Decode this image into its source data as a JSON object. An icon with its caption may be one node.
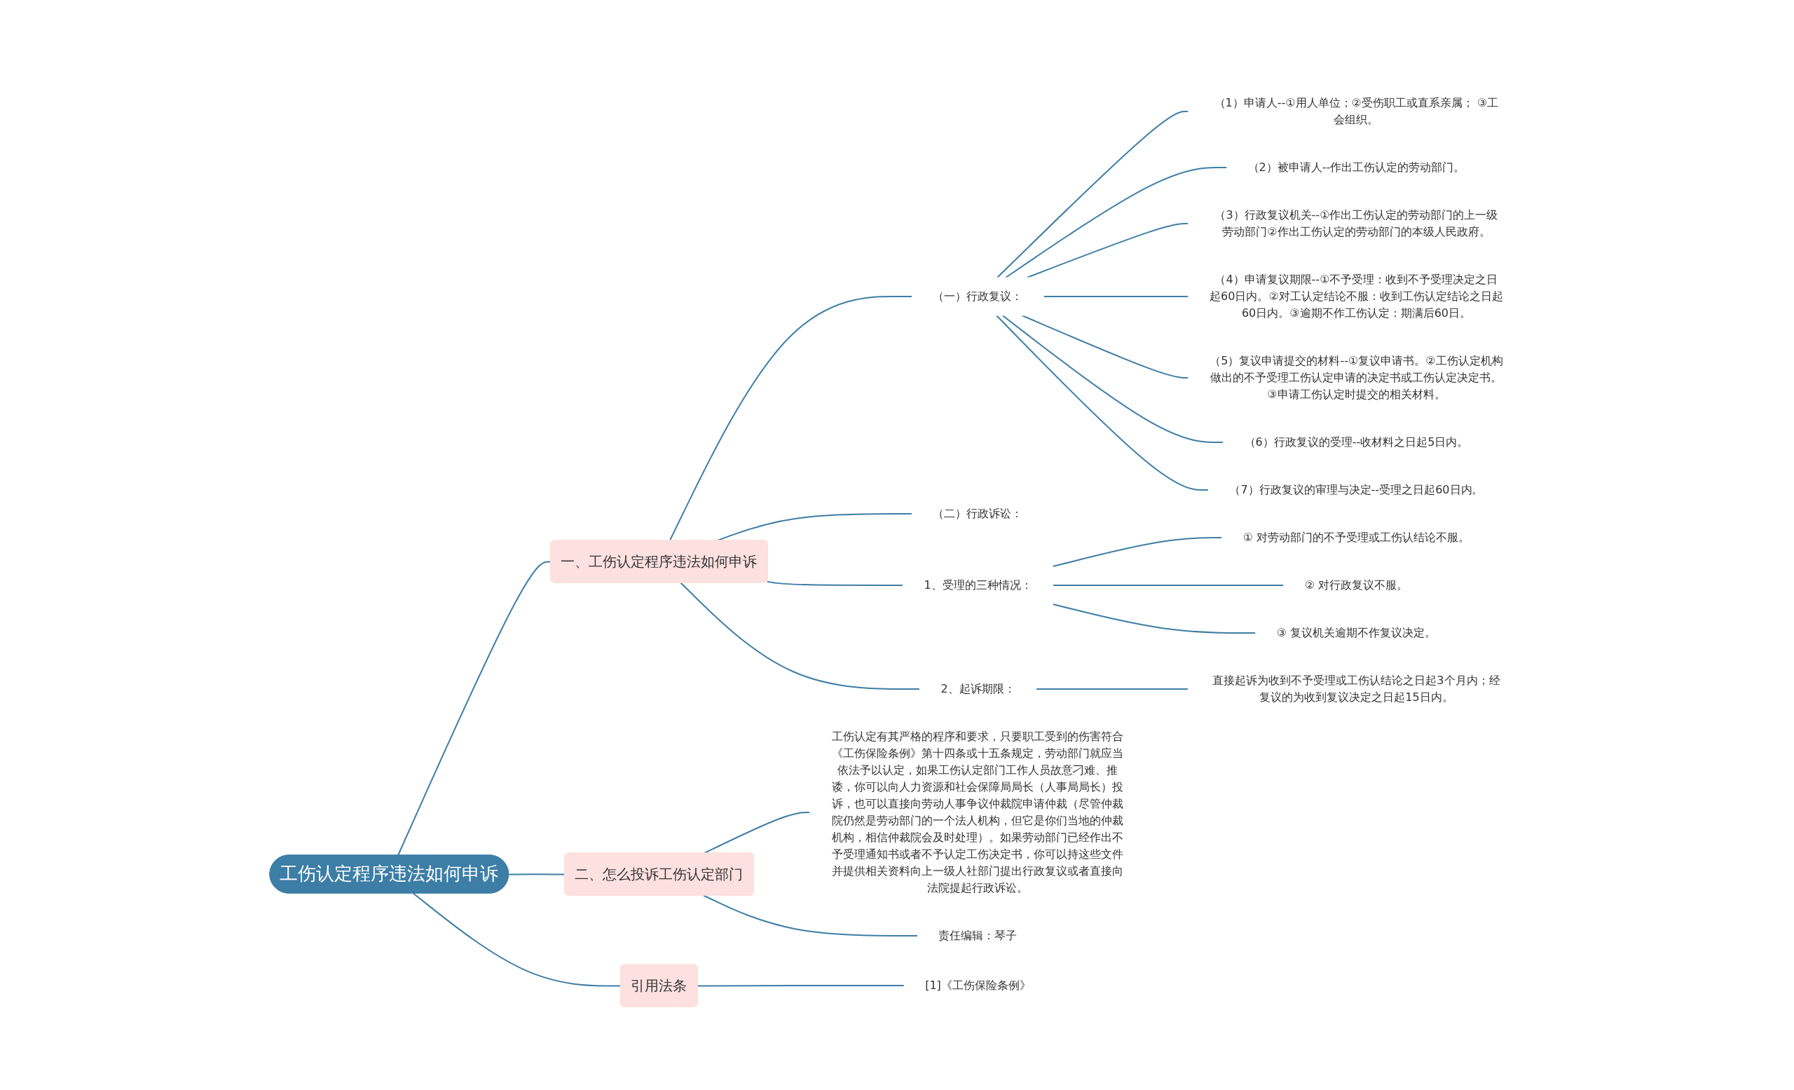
{
  "diagram": {
    "nodes": [
      {
        "text": [
          "工伤认定程序违法如何申诉"
        ]
      },
      {
        "text": [
          "一、工伤认定程序违法如何申诉"
        ]
      },
      {
        "text": [
          "（一）行政复议："
        ]
      },
      {
        "text": [
          "（1）申请人--①用人单位；②受伤职工或直系亲属； ③工会组织。"
        ]
      },
      {
        "text": [
          "（2）被申请人--作出工伤认定的劳动部门。"
        ]
      },
      {
        "text": [
          "（3）行政复议机关--①作出工伤认定的劳动部门的上一级劳动部门②作出工伤认定的劳动部门的本级人民政府。"
        ]
      },
      {
        "text": [
          "（4）申请复议期限--①不予受理：收到不予受理决定之日起60日内。②对工认定结论不服：收到工伤认定结论之日起60日内。③逾期不作工伤认定：期满后60日。"
        ]
      },
      {
        "text": [
          "（5）复议申请提交的材料--①复议申请书。②工伤认定机构做出的不予受理工伤认定申请的决定书或工伤认定决定书。③申请工伤认定时提交的相关材料。"
        ]
      },
      {
        "text": [
          "（6）行政复议的受理--收材料之日起5日内。"
        ]
      },
      {
        "text": [
          "（7）行政复议的审理与决定--受理之日起60日内。"
        ]
      },
      {
        "text": [
          "（二）行政诉讼："
        ]
      },
      {
        "text": [
          "1、受理的三种情况："
        ]
      },
      {
        "text": [
          "① 对劳动部门的不予受理或工伤认结论不服。"
        ]
      },
      {
        "text": [
          "② 对行政复议不服。"
        ]
      },
      {
        "text": [
          "③ 复议机关逾期不作复议决定。"
        ]
      },
      {
        "text": [
          "2、起诉期限："
        ]
      },
      {
        "text": [
          "直接起诉为收到不予受理或工伤认结论之日起3个月内；经复议的为收到复议决定之日起15日内。"
        ]
      },
      {
        "text": [
          "二、怎么投诉工伤认定部门"
        ]
      },
      {
        "text": [
          "工伤认定有其严格的程序和要求，只要职工受到的伤害符合《工伤保险条例》第十四条或十五条规定，劳动部门就应当依法予以认定，如果工伤认定部门工作人员故意刁难、推诿，你可以向人力资源和社会保障局局长（人事局局长）投诉，也可以直接向劳动人事争议仲裁院申请仲裁（尽管仲裁院仍然是劳动部门的一个法人机构，但它是你们当地的仲裁机构，相信仲裁院会及时处理）。如果劳动部门已经作出不予受理通知书或者不予认定工伤决定书，你可以持这些文件并提供相关资料向上一级人社部门提出行政复议或者直接向法院提起行政诉讼。"
        ]
      },
      {
        "text": [
          "责任编辑：琴子"
        ]
      },
      {
        "text": [
          "引用法条"
        ]
      },
      {
        "text": [
          "[1]《工伤保险条例》"
        ]
      }
    ],
    "edges": [
      {
        "from": 0,
        "to": 1,
        "arrow": "none"
      },
      {
        "from": 1,
        "to": 2,
        "arrow": "none"
      },
      {
        "from": 2,
        "to": 3,
        "arrow": "none"
      },
      {
        "from": 2,
        "to": 4,
        "arrow": "none"
      },
      {
        "from": 2,
        "to": 5,
        "arrow": "none"
      },
      {
        "from": 2,
        "to": 6,
        "arrow": "none"
      },
      {
        "from": 2,
        "to": 7,
        "arrow": "none"
      },
      {
        "from": 2,
        "to": 8,
        "arrow": "none"
      },
      {
        "from": 2,
        "to": 9,
        "arrow": "none"
      },
      {
        "from": 1,
        "to": 10,
        "arrow": "none"
      },
      {
        "from": 1,
        "to": 11,
        "arrow": "none"
      },
      {
        "from": 11,
        "to": 12,
        "arrow": "none"
      },
      {
        "from": 11,
        "to": 13,
        "arrow": "none"
      },
      {
        "from": 11,
        "to": 14,
        "arrow": "none"
      },
      {
        "from": 1,
        "to": 15,
        "arrow": "none"
      },
      {
        "from": 15,
        "to": 16,
        "arrow": "none"
      },
      {
        "from": 0,
        "to": 17,
        "arrow": "none"
      },
      {
        "from": 17,
        "to": 18,
        "arrow": "none"
      },
      {
        "from": 17,
        "to": 19,
        "arrow": "none"
      },
      {
        "from": 0,
        "to": 20,
        "arrow": "none"
      },
      {
        "from": 20,
        "to": 21,
        "arrow": "none"
      }
    ]
  }
}
